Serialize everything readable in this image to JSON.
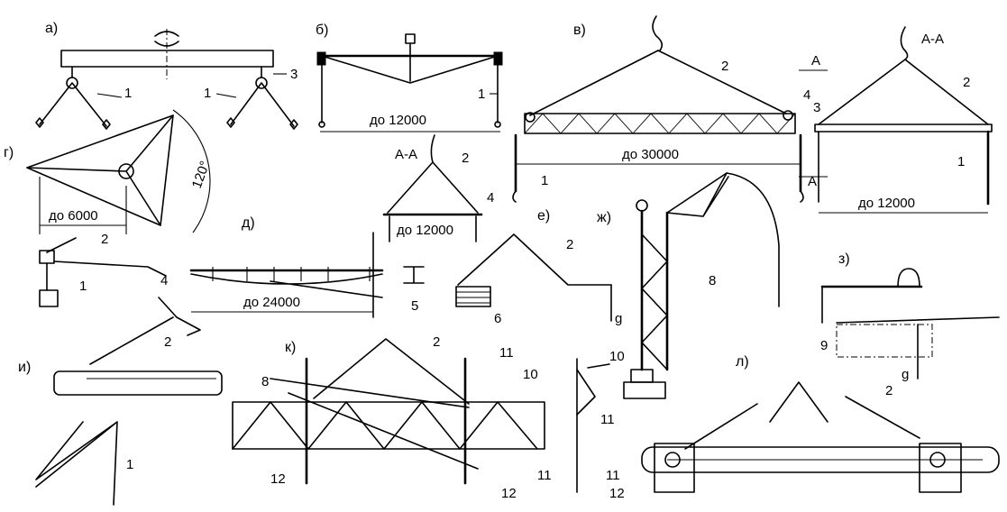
{
  "figure": {
    "panels": [
      "а)",
      "б)",
      "в)",
      "г)",
      "д)",
      "е)",
      "ж)",
      "з)",
      "и)",
      "к)",
      "л)"
    ],
    "dimensions": {
      "b_span": "до 12000",
      "v_span": "до 30000",
      "v_section_span": "до 12000",
      "g_span": "до 6000",
      "g_section_span": "до 12000",
      "d_span": "до 24000"
    },
    "section_marks": {
      "v_section_title": "А-А",
      "v_cut_top": "А",
      "v_cut_bottom": "А",
      "g_section_title": "А-А"
    },
    "angle_label": "120°",
    "load_symbol": "g",
    "callouts": {
      "n1": "1",
      "n2": "2",
      "n3": "3",
      "n4": "4",
      "n5": "5",
      "n6": "6",
      "n8": "8",
      "n9": "9",
      "n10": "10",
      "n11": "11",
      "n12": "12"
    }
  }
}
